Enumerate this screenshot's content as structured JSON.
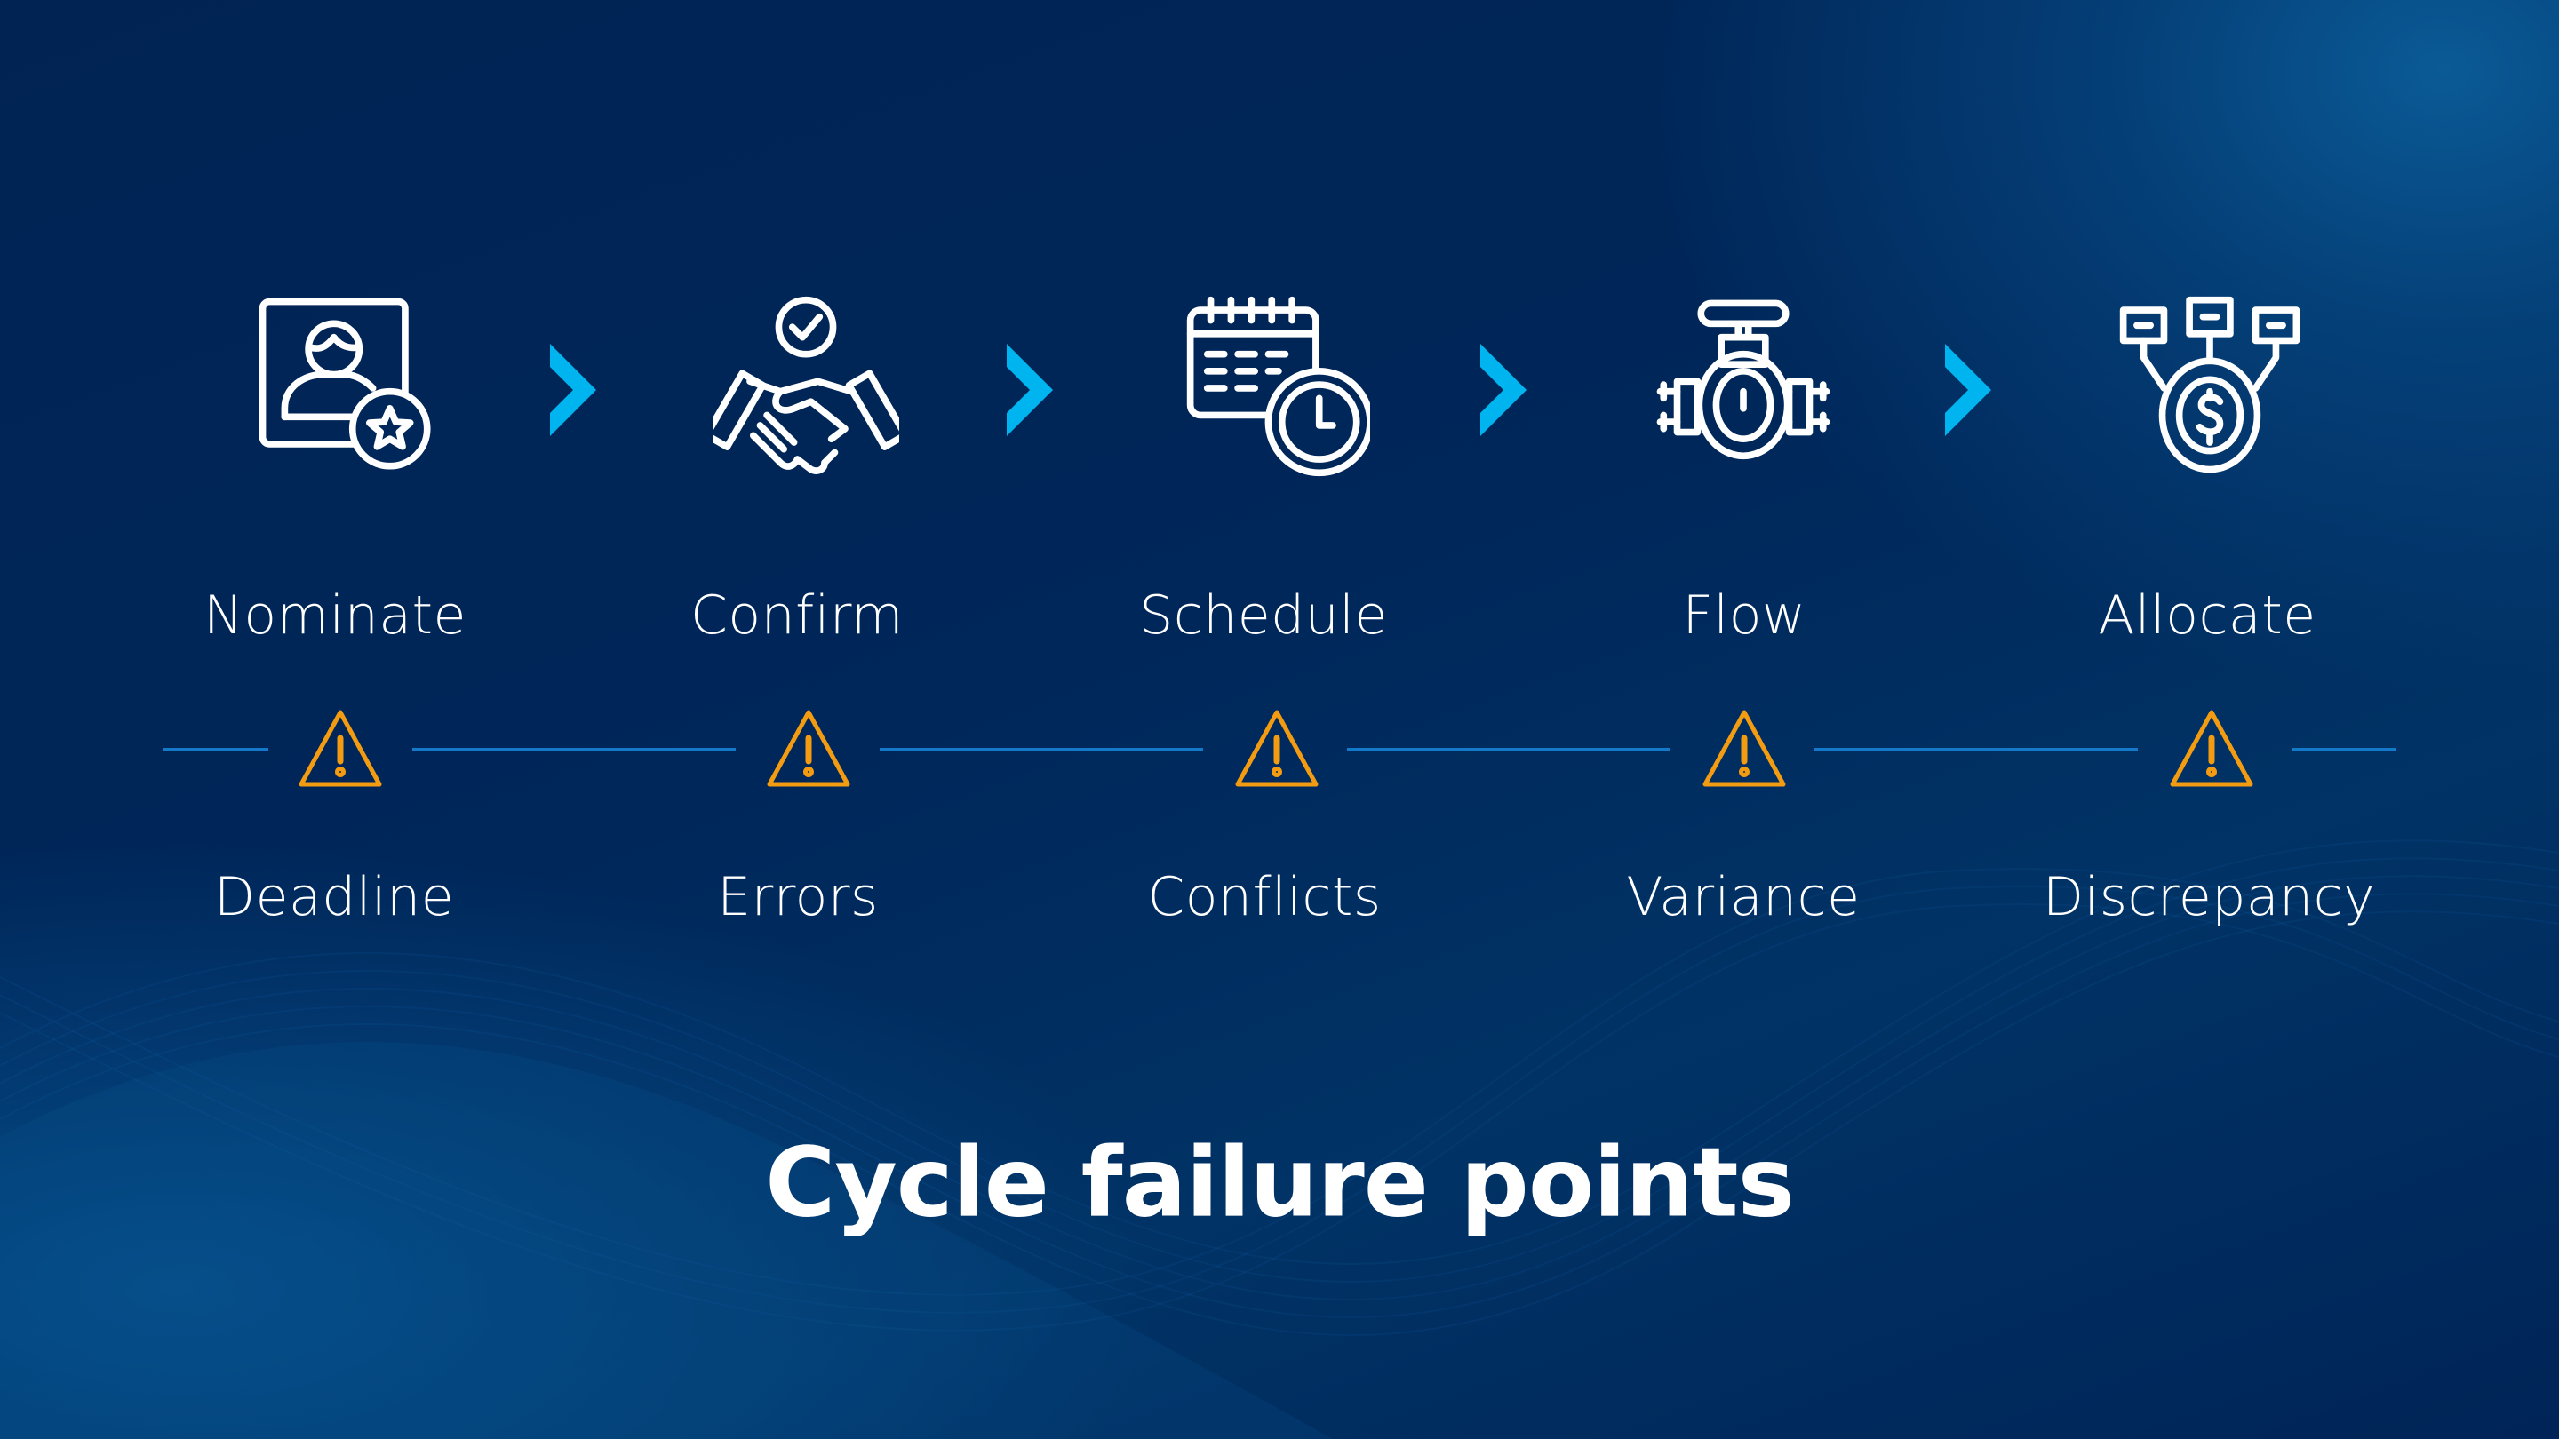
{
  "slide": {
    "title": "Cycle failure points",
    "colors": {
      "background_dark": "#002353",
      "background_light": "#0a5a96",
      "chevron": "#00b4f0",
      "connector_line": "#1479c8",
      "warning": "#f39c12",
      "text": "#ffffff"
    }
  },
  "steps": [
    {
      "label": "Nominate",
      "icon": "user-profile-star-icon"
    },
    {
      "label": "Confirm",
      "icon": "handshake-check-icon"
    },
    {
      "label": "Schedule",
      "icon": "calendar-clock-icon"
    },
    {
      "label": "Flow",
      "icon": "pipeline-valve-icon"
    },
    {
      "label": "Allocate",
      "icon": "dollar-distribution-icon"
    }
  ],
  "arrows": [
    "chevron-right-icon",
    "chevron-right-icon",
    "chevron-right-icon",
    "chevron-right-icon"
  ],
  "failure_points": [
    {
      "label": "Deadline",
      "icon": "warning-triangle-icon"
    },
    {
      "label": "Errors",
      "icon": "warning-triangle-icon"
    },
    {
      "label": "Conflicts",
      "icon": "warning-triangle-icon"
    },
    {
      "label": "Variance",
      "icon": "warning-triangle-icon"
    },
    {
      "label": "Discrepancy",
      "icon": "warning-triangle-icon"
    }
  ]
}
